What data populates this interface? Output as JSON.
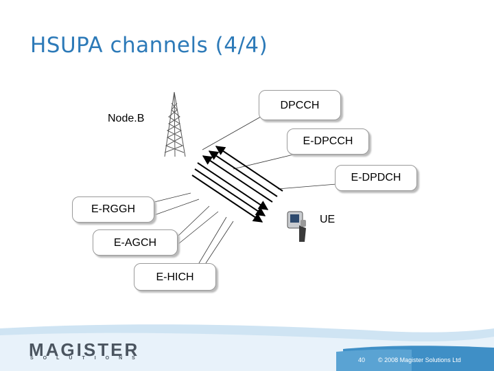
{
  "slide": {
    "title": "HSUPA channels (4/4)"
  },
  "diagram": {
    "node_label": "Node.B",
    "ue_label": "UE",
    "channels": [
      "DPCCH",
      "E-DPCCH",
      "E-DPDCH",
      "E-RGGH",
      "E-AGCH",
      "E-HICH"
    ]
  },
  "footer": {
    "brand": "MAGISTER",
    "brand_sub": "SOLUTIONS",
    "page_number": "40",
    "copyright": "© 2008 Magister Solutions Ltd"
  },
  "colors": {
    "title": "#2d7ab8",
    "footer_band": "#3f8fc6",
    "footer_light": "#cfe4f3"
  }
}
